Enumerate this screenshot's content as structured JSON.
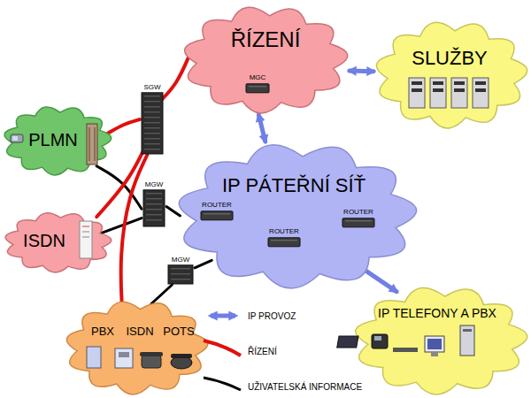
{
  "diagram": {
    "nodes": [
      {
        "text": [
          "ŘÍZENÍ"
        ]
      },
      {
        "text": [
          "MGC"
        ],
        "in": 0
      },
      {
        "text": [
          "SLUŽBY"
        ]
      },
      {
        "text": [
          "SGW"
        ]
      },
      {
        "text": [
          "PLMN"
        ]
      },
      {
        "text": [
          "MGW"
        ]
      },
      {
        "text": [
          "IP PÁTEŘNÍ SÍŤ"
        ]
      },
      {
        "text": [
          "ROUTER"
        ],
        "in": 6
      },
      {
        "text": [
          "ROUTER"
        ],
        "in": 6
      },
      {
        "text": [
          "ROUTER"
        ],
        "in": 6
      },
      {
        "text": [
          "ISDN"
        ]
      },
      {
        "text": [
          "MGW"
        ]
      },
      {
        "text": [
          "PBX",
          "ISDN",
          "POTS"
        ]
      },
      {
        "text": [
          "IP TELEFONY A PBX"
        ]
      }
    ],
    "edges": [
      {
        "from": 0,
        "to": 2,
        "arrow": "both"
      },
      {
        "from": 0,
        "to": 6,
        "arrow": "both"
      },
      {
        "from": 6,
        "to": 13,
        "arrow": "both"
      },
      {
        "from": 4,
        "to": 5,
        "arrow": "none"
      },
      {
        "from": 10,
        "to": 5,
        "arrow": "none"
      },
      {
        "from": 5,
        "to": 6,
        "arrow": "none"
      },
      {
        "from": 12,
        "to": 11,
        "arrow": "none"
      },
      {
        "from": 11,
        "to": 6,
        "arrow": "none"
      },
      {
        "from": 3,
        "to": 0,
        "arrow": "none"
      },
      {
        "from": 3,
        "to": 4,
        "arrow": "none"
      },
      {
        "from": 3,
        "to": 10,
        "arrow": "none"
      },
      {
        "from": 3,
        "to": 12,
        "arrow": "none"
      }
    ],
    "legend": [
      {
        "text": "IP PROVOZ"
      },
      {
        "text": "ŘÍZENÍ"
      },
      {
        "text": "UŽIVATELSKÁ INFORMACE"
      }
    ]
  }
}
